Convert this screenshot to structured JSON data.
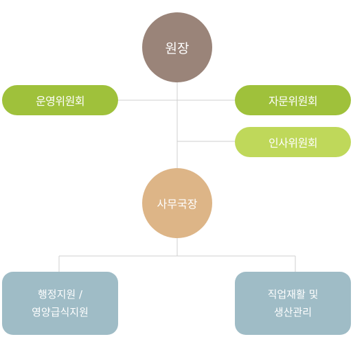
{
  "nodes": {
    "director": {
      "label": "원장",
      "color": "#9a8479"
    },
    "operating_committee": {
      "label": "운영위원회",
      "color": "#9fc13b"
    },
    "advisory_committee": {
      "label": "자문위원회",
      "color": "#9fc13b"
    },
    "personnel_committee": {
      "label": "인사위원회",
      "color": "#bfd85a"
    },
    "secretary_general": {
      "label": "사무국장",
      "color": "#ddb587"
    },
    "admin_support": {
      "line1": "행정지원 /",
      "line2": "영양급식지원",
      "color": "#9fbcc6"
    },
    "vocational": {
      "line1": "직업재활 및",
      "line2": "생산관리",
      "color": "#9fbcc6"
    }
  },
  "line_color": "#cfcfcf"
}
